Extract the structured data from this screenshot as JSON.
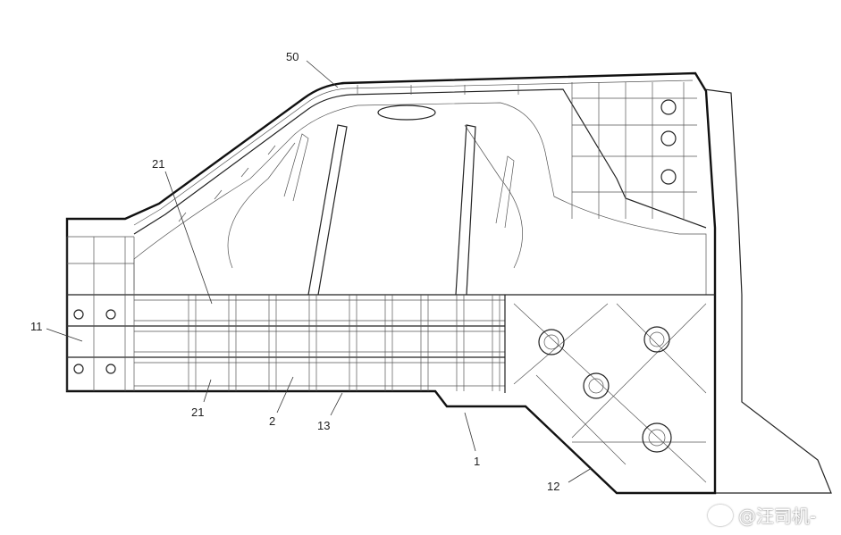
{
  "figure": {
    "labels": {
      "l50": "50",
      "l21a": "21",
      "l11": "11",
      "l21b": "21",
      "l2": "2",
      "l13": "13",
      "l1": "1",
      "l12": "12"
    }
  },
  "watermark": {
    "text": "@汪司机-",
    "logo": "weibo-logo-icon"
  }
}
